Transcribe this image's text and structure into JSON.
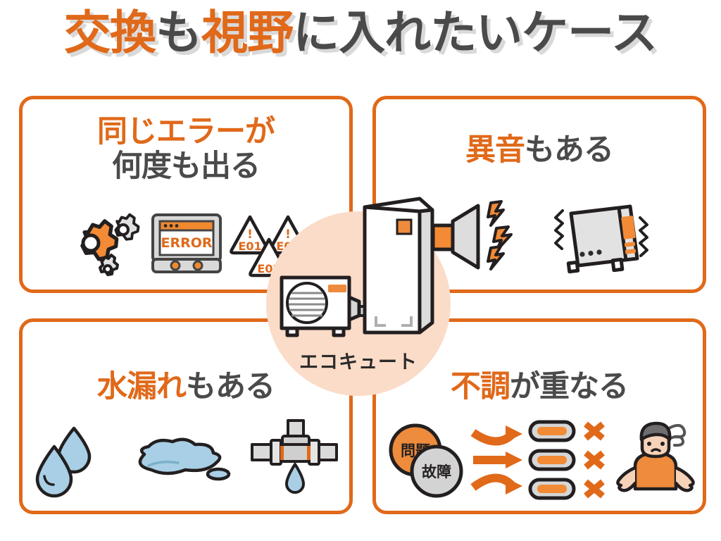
{
  "title": {
    "full": "交換も視野に入れたいケース",
    "segments": [
      {
        "text": "交換",
        "highlight": true
      },
      {
        "text": "も",
        "highlight": false
      },
      {
        "text": "視野",
        "highlight": true
      },
      {
        "text": "に入れたいケース",
        "highlight": false
      }
    ],
    "part_1_orange": "交換",
    "part_2_gray": "も",
    "part_3_orange": "視野",
    "part_4_gray": "に入れたいケース"
  },
  "colors": {
    "orange": "#E0691A",
    "orange_light": "#F28A36",
    "gray_text": "#4a4a4a",
    "gray_fill": "#D3D3D3",
    "gray_light": "#E8E8E8",
    "outline": "#231f20",
    "water_blue": "#A8CFE5",
    "peach_circle": "#FBDCC8",
    "skin": "#F6D2B8",
    "title_shadow": "#d9d9d9"
  },
  "center": {
    "label": "エコキュート",
    "badge_name": "ecocute-badge"
  },
  "cards": [
    {
      "id": "card-tl",
      "position": "top-left",
      "heading_line1_orange": "同じエラーが",
      "heading_line2_gray": "何度も出る",
      "icons": [
        {
          "name": "gears-icon",
          "label": ""
        },
        {
          "name": "error-monitor-icon",
          "label": "ERROR"
        },
        {
          "name": "warning-triangle-icon",
          "label": "E01"
        },
        {
          "name": "warning-triangle-icon",
          "label": "E01"
        },
        {
          "name": "warning-triangle-icon",
          "label": "E02"
        }
      ],
      "error_codes": [
        "E01",
        "E01",
        "E02"
      ],
      "monitor_text": "ERROR",
      "warning_mark": "!"
    },
    {
      "id": "card-tr",
      "position": "top-right",
      "heading_orange": "異音",
      "heading_gray": "もある",
      "icons": [
        {
          "name": "speaker-noise-icon",
          "label": ""
        },
        {
          "name": "vibrating-unit-icon",
          "label": ""
        }
      ]
    },
    {
      "id": "card-bl",
      "position": "bottom-left",
      "heading_orange": "水漏れ",
      "heading_gray": "もある",
      "icons": [
        {
          "name": "water-drops-icon",
          "label": ""
        },
        {
          "name": "puddle-icon",
          "label": ""
        },
        {
          "name": "leaking-pipe-icon",
          "label": ""
        }
      ]
    },
    {
      "id": "card-br",
      "position": "bottom-right",
      "heading_orange": "不調",
      "heading_gray": "が重なる",
      "icons": [
        {
          "name": "problem-circle-icon",
          "label": "問題"
        },
        {
          "name": "failure-circle-icon",
          "label": "故障"
        },
        {
          "name": "crossing-arrows-icon",
          "label": ""
        },
        {
          "name": "checklist-fail-icon",
          "label": "×"
        },
        {
          "name": "shrugging-person-icon",
          "label": ""
        }
      ],
      "circle_labels": [
        "問題",
        "故障"
      ],
      "cross_mark": "×",
      "checklist_rows": 3
    }
  ]
}
